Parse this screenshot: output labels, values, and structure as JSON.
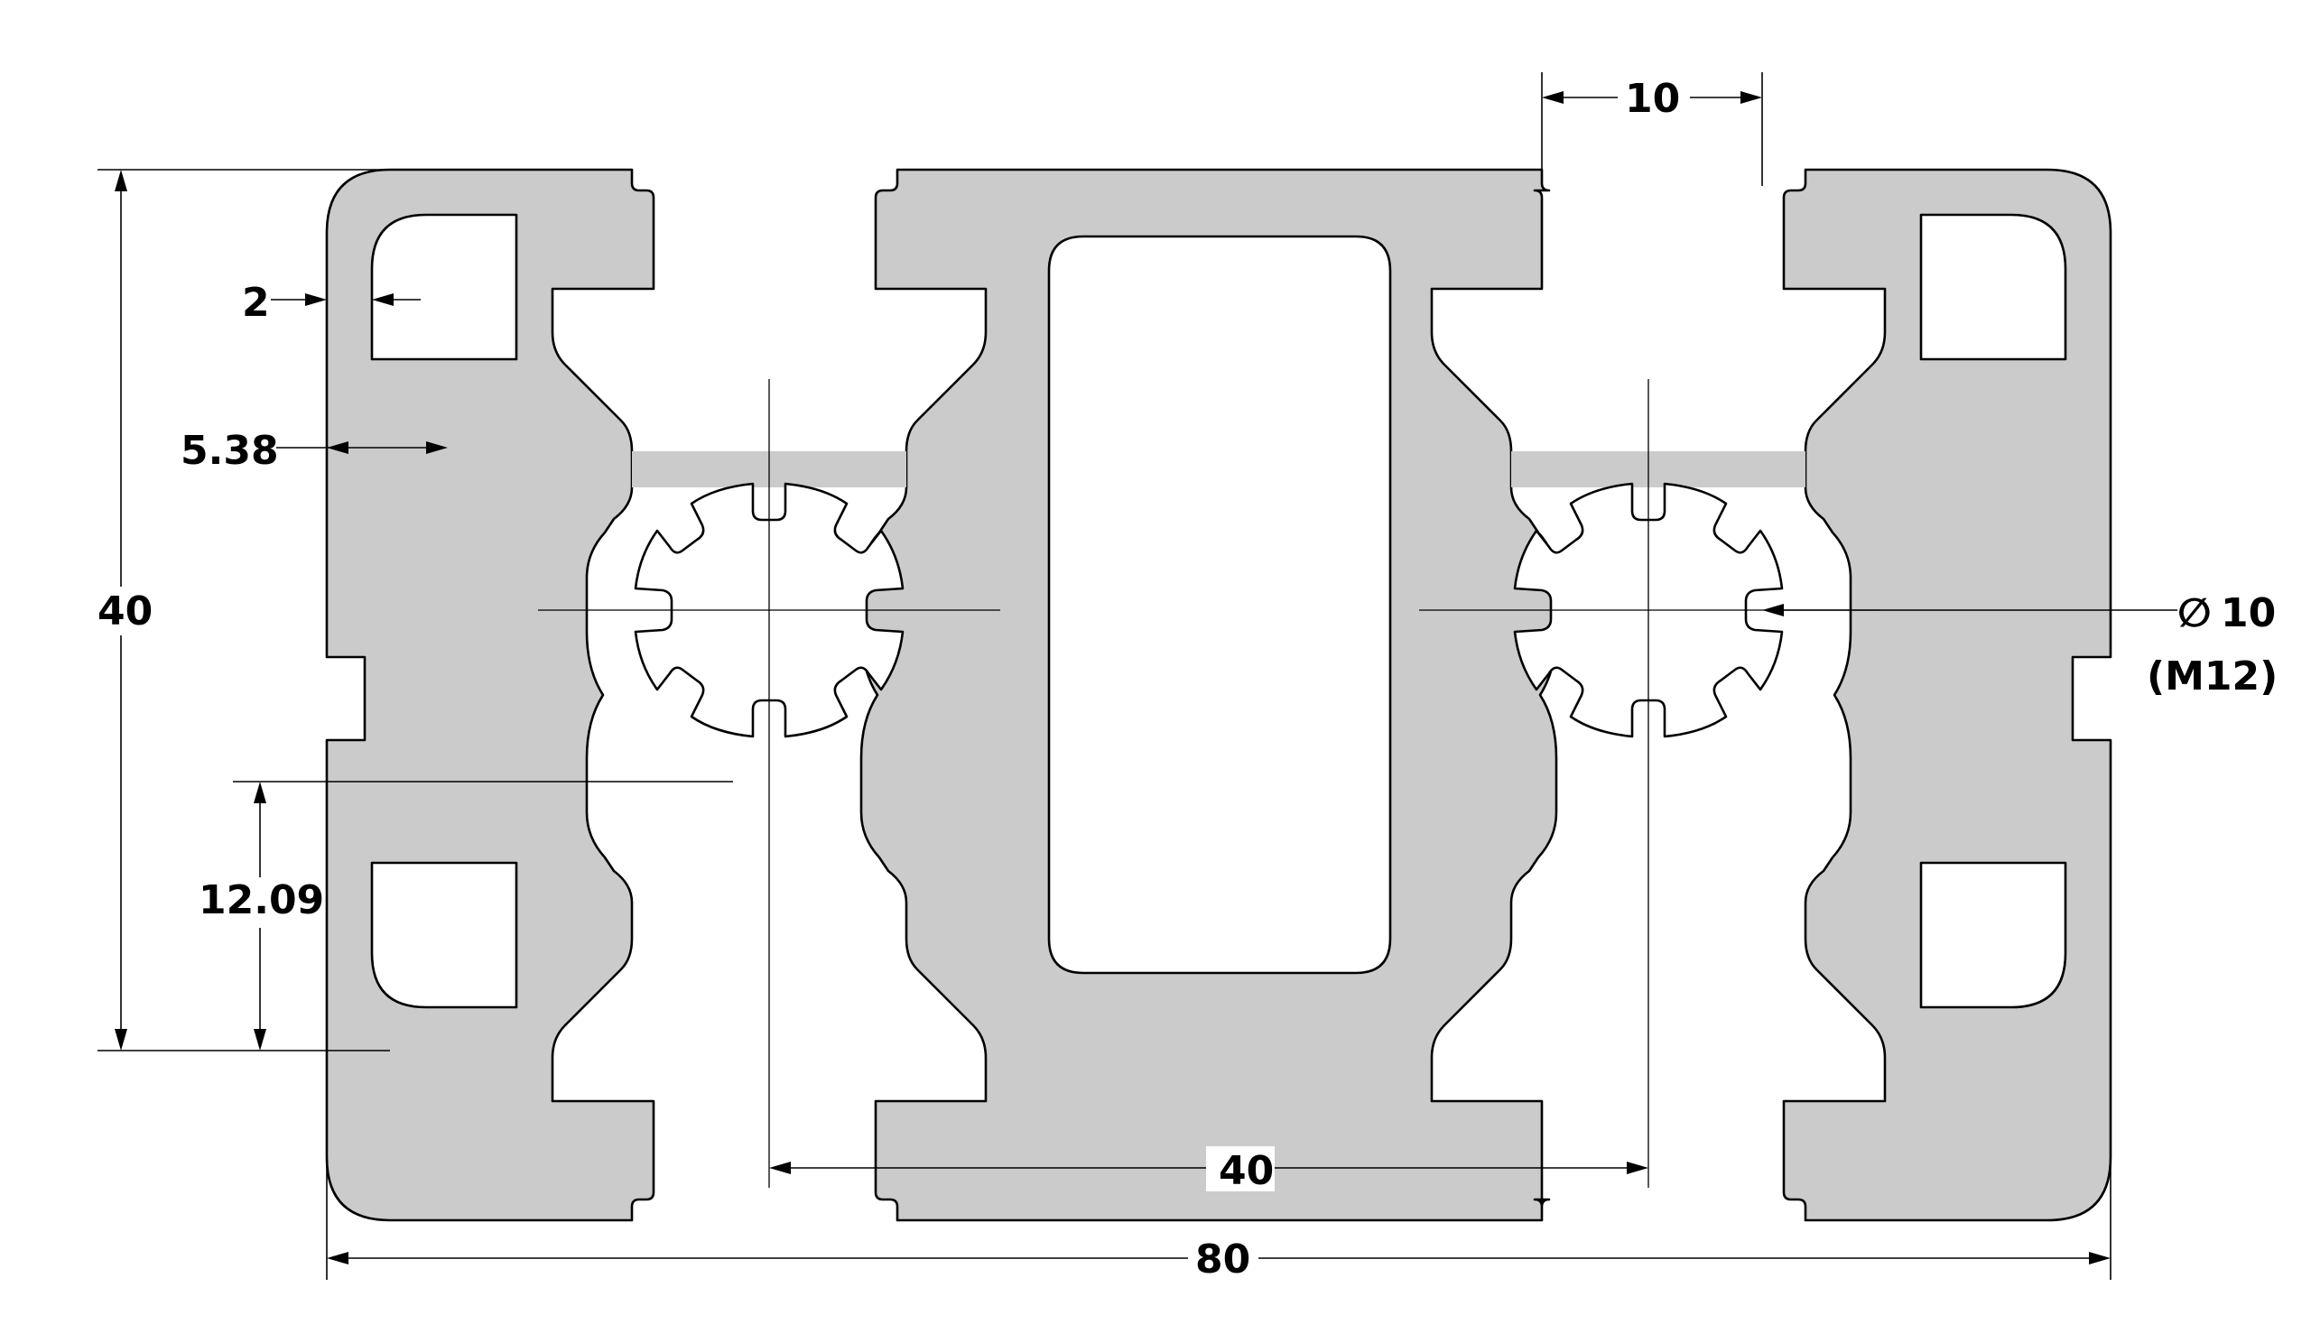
{
  "dimensions": {
    "overall_width": "80",
    "overall_height": "40",
    "center_spacing": "40",
    "slot_width": "10",
    "wall_thickness": "2",
    "lip_depth": "5.38",
    "slot_depth": "12.09",
    "bore_diameter_symbol": "∅",
    "bore_diameter": "10",
    "bore_thread": "(M12)"
  },
  "colors": {
    "profile_fill": "#cbcbcb",
    "line": "#000000",
    "background": "#ffffff"
  }
}
